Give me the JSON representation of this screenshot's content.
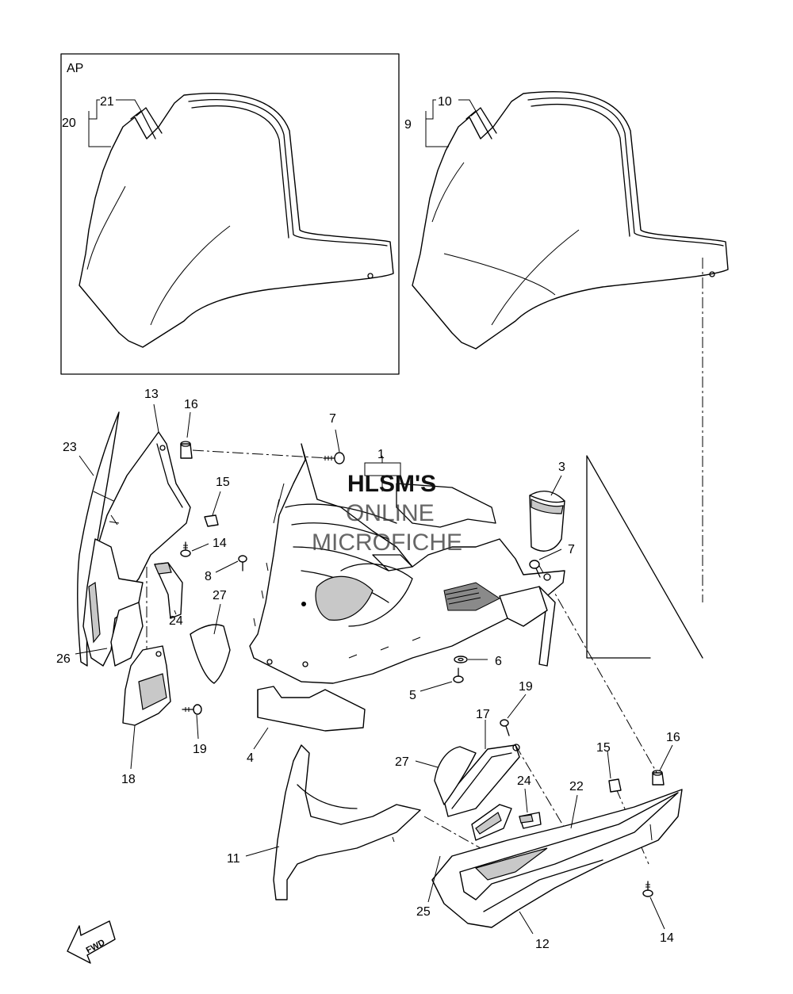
{
  "ap_box_label": "AP",
  "watermark": {
    "line1": "HLSM'S",
    "line2": "ONLINE",
    "line3": "MICROFICHE"
  },
  "fwd_label": "FWD",
  "callouts": {
    "p1": "1",
    "p3": "3",
    "p4": "4",
    "p5": "5",
    "p6": "6",
    "p7a": "7",
    "p7b": "7",
    "p8": "8",
    "p9": "9",
    "p10": "10",
    "p11": "11",
    "p12": "12",
    "p13": "13",
    "p14a": "14",
    "p14b": "14",
    "p15a": "15",
    "p15b": "15",
    "p16a": "16",
    "p16b": "16",
    "p17": "17",
    "p18": "18",
    "p19a": "19",
    "p19b": "19",
    "p20": "20",
    "p21": "21",
    "p22": "22",
    "p23": "23",
    "p24a": "24",
    "p24b": "24",
    "p25": "25",
    "p26": "26",
    "p27a": "27",
    "p27b": "27"
  }
}
